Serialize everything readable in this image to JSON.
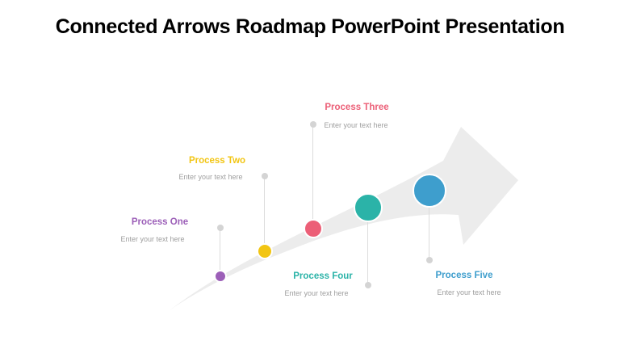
{
  "slide": {
    "title": "Connected Arrows Roadmap PowerPoint Presentation",
    "title_color": "#000000",
    "background": "#FFFFFF"
  },
  "arrow": {
    "fill": "#ECECEC"
  },
  "connectors": {
    "line_color": "#DCDCDC",
    "dot_color": "#D4D4D4"
  },
  "placeholder_color": "#9E9E9E",
  "processes": [
    {
      "name": "Process One",
      "placeholder": "Enter your text here",
      "color": "#9C5FB8"
    },
    {
      "name": "Process Two",
      "placeholder": "Enter your text here",
      "color": "#F2C513"
    },
    {
      "name": "Process Three",
      "placeholder": "Enter your text here",
      "color": "#EC5F77"
    },
    {
      "name": "Process Four",
      "placeholder": "Enter your text here",
      "color": "#2BB3A8"
    },
    {
      "name": "Process Five",
      "placeholder": "Enter your text here",
      "color": "#3E9ECD"
    }
  ]
}
